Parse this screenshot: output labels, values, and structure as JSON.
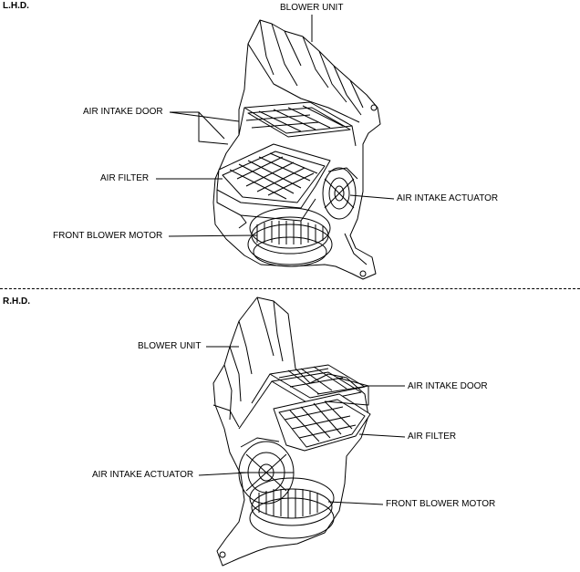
{
  "lhd": {
    "section": "L.H.D.",
    "labels": {
      "blower_unit": "BLOWER UNIT",
      "air_intake_door": "AIR INTAKE DOOR",
      "air_filter": "AIR FILTER",
      "air_intake_actuator": "AIR INTAKE ACTUATOR",
      "front_blower_motor": "FRONT BLOWER MOTOR"
    }
  },
  "rhd": {
    "section": "R.H.D.",
    "labels": {
      "blower_unit": "BLOWER UNIT",
      "air_intake_door": "AIR INTAKE DOOR",
      "air_filter": "AIR FILTER",
      "air_intake_actuator": "AIR INTAKE ACTUATOR",
      "front_blower_motor": "FRONT BLOWER MOTOR"
    }
  }
}
